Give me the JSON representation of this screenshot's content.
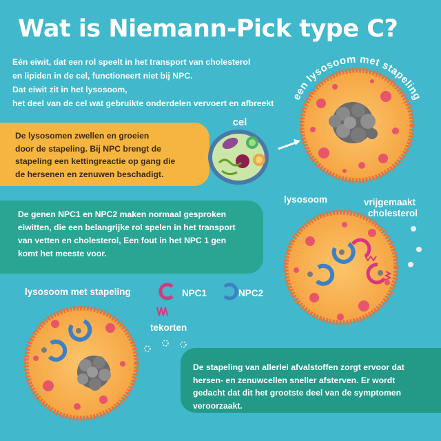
{
  "title": "Wat is Niemann-Pick type C?",
  "intro_lines": [
    "Eén eiwit, dat een rol speelt in het transport van cholesterol",
    "en lipiden in de cel, functioneert niet bij NPC.",
    "Dat eiwit zit in het lysosoom,",
    "het deel van de cel wat gebruikte onderdelen vervoert en afbreekt"
  ],
  "box_orange_lines": [
    "De lysosomen zwellen en groeien",
    "door de stapeling. Bij NPC brengt de",
    "stapeling een kettingreactie op gang die",
    "de hersenen  en zenuwen beschadigt."
  ],
  "box_green1_lines": [
    "De genen NPC1 en NPC2 maken normaal gesproken",
    "eiwitten, die een belangrijke rol spelen in het transport",
    "van vetten en cholesterol,  Een fout in het NPC 1 gen",
    "komt het meeste voor."
  ],
  "box_green2_lines": [
    "De stapeling van allerlei afvalstoffen zorgt ervoor dat",
    "hersen- en zenuwcellen sneller afsterven. Er wordt",
    "gedacht dat dit het grootste deel van de symptomen",
    "veroorzaakt."
  ],
  "labels": {
    "cel": "cel",
    "lysosoom_met_stapeling_curved": "een lysosoom met stapeling",
    "lysosoom": "lysosoom",
    "vrijgemaakt": "vrijgemaakt",
    "cholesterol": "cholesterol",
    "lysosoom_met_stapeling": "lysosoom met stapeling",
    "npc1": "NPC1",
    "npc2": "NPC2",
    "tekorten": "tekorten"
  },
  "colors": {
    "background": "#41b8cc",
    "orange_box": "#f6b540",
    "green_box": "#2aa594",
    "cell_fill": "#f9b756",
    "cell_border": "#e8733a",
    "npc1_color": "#d9367f",
    "npc2_color": "#3f7fc4"
  }
}
